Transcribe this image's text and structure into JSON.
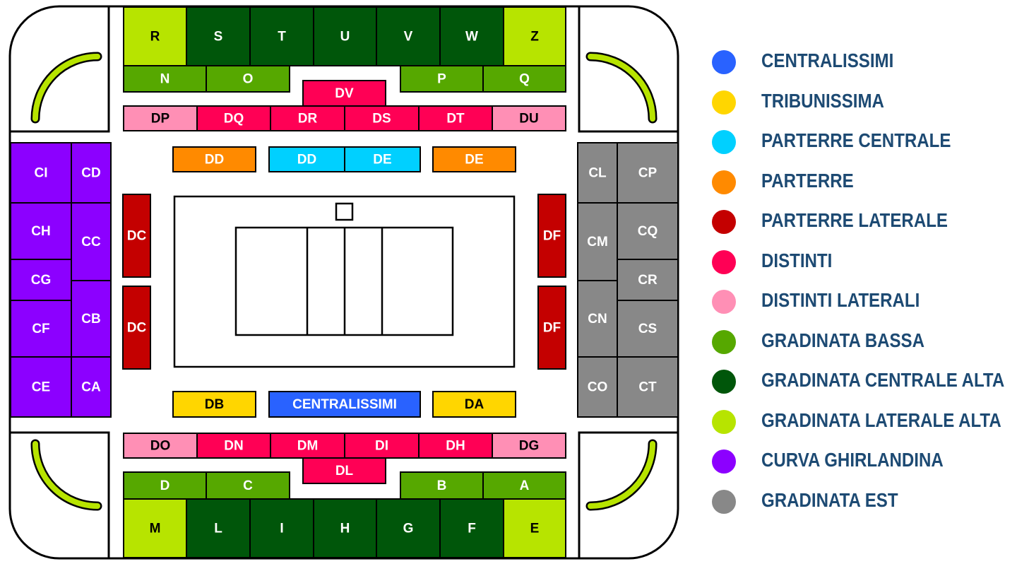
{
  "colors": {
    "centralissimi": "#2962ff",
    "tribunissima": "#ffd600",
    "parterre_centrale": "#00d0ff",
    "parterre": "#ff8a00",
    "parterre_laterale": "#c40000",
    "distinti": "#ff0055",
    "distinti_laterali": "#ff8fb5",
    "gradinata_bassa": "#56a800",
    "gradinata_centrale_alta": "#00560a",
    "gradinata_laterale_alta": "#b7e400",
    "curva_ghirlandina": "#8c00ff",
    "gradinata_est": "#888888",
    "outline": "#000000",
    "legend_text": "#1d4a73"
  },
  "legend": [
    {
      "key": "centralissimi",
      "label": "CENTRALISSIMI"
    },
    {
      "key": "tribunissima",
      "label": "TRIBUNISSIMA"
    },
    {
      "key": "parterre_centrale",
      "label": "PARTERRE CENTRALE"
    },
    {
      "key": "parterre",
      "label": "PARTERRE"
    },
    {
      "key": "parterre_laterale",
      "label": "PARTERRE LATERALE"
    },
    {
      "key": "distinti",
      "label": "DISTINTI"
    },
    {
      "key": "distinti_laterali",
      "label": "DISTINTI LATERALI"
    },
    {
      "key": "gradinata_bassa",
      "label": "GRADINATA BASSA"
    },
    {
      "key": "gradinata_centrale_alta",
      "label": "GRADINATA CENTRALE ALTA"
    },
    {
      "key": "gradinata_laterale_alta",
      "label": "GRADINATA LATERALE ALTA"
    },
    {
      "key": "curva_ghirlandina",
      "label": "CURVA GHIRLANDINA"
    },
    {
      "key": "gradinata_est",
      "label": "GRADINATA EST"
    }
  ],
  "sections": {
    "top_upper": [
      {
        "label": "R",
        "cat": "gradinata_laterale_alta"
      },
      {
        "label": "S",
        "cat": "gradinata_centrale_alta"
      },
      {
        "label": "T",
        "cat": "gradinata_centrale_alta"
      },
      {
        "label": "U",
        "cat": "gradinata_centrale_alta"
      },
      {
        "label": "V",
        "cat": "gradinata_centrale_alta"
      },
      {
        "label": "W",
        "cat": "gradinata_centrale_alta"
      },
      {
        "label": "Z",
        "cat": "gradinata_laterale_alta"
      }
    ],
    "top_lower_left": [
      {
        "label": "N",
        "cat": "gradinata_bassa"
      },
      {
        "label": "O",
        "cat": "gradinata_bassa"
      }
    ],
    "top_lower_right": [
      {
        "label": "P",
        "cat": "gradinata_bassa"
      },
      {
        "label": "Q",
        "cat": "gradinata_bassa"
      }
    ],
    "top_dv": {
      "label": "DV",
      "cat": "distinti"
    },
    "top_distinti": [
      {
        "label": "DP",
        "cat": "distinti_laterali"
      },
      {
        "label": "DQ",
        "cat": "distinti"
      },
      {
        "label": "DR",
        "cat": "distinti"
      },
      {
        "label": "DS",
        "cat": "distinti"
      },
      {
        "label": "DT",
        "cat": "distinti"
      },
      {
        "label": "DU",
        "cat": "distinti_laterali"
      }
    ],
    "parterre_top": [
      {
        "label": "DD",
        "cat": "parterre"
      },
      {
        "label": "DD",
        "cat": "parterre_centrale"
      },
      {
        "label": "DE",
        "cat": "parterre_centrale"
      },
      {
        "label": "DE",
        "cat": "parterre"
      }
    ],
    "parterre_left": [
      {
        "label": "DC",
        "cat": "parterre_laterale"
      },
      {
        "label": "DC",
        "cat": "parterre_laterale"
      }
    ],
    "parterre_right": [
      {
        "label": "DF",
        "cat": "parterre_laterale"
      },
      {
        "label": "DF",
        "cat": "parterre_laterale"
      }
    ],
    "parterre_bottom": [
      {
        "label": "DB",
        "cat": "tribunissima"
      },
      {
        "label": "CENTRALISSIMI",
        "cat": "centralissimi"
      },
      {
        "label": "DA",
        "cat": "tribunissima"
      }
    ],
    "bottom_distinti": [
      {
        "label": "DO",
        "cat": "distinti_laterali"
      },
      {
        "label": "DN",
        "cat": "distinti"
      },
      {
        "label": "DM",
        "cat": "distinti"
      },
      {
        "label": "DI",
        "cat": "distinti"
      },
      {
        "label": "DH",
        "cat": "distinti"
      },
      {
        "label": "DG",
        "cat": "distinti_laterali"
      }
    ],
    "bottom_dl": {
      "label": "DL",
      "cat": "distinti"
    },
    "bottom_lower_left": [
      {
        "label": "D",
        "cat": "gradinata_bassa"
      },
      {
        "label": "C",
        "cat": "gradinata_bassa"
      }
    ],
    "bottom_lower_right": [
      {
        "label": "B",
        "cat": "gradinata_bassa"
      },
      {
        "label": "A",
        "cat": "gradinata_bassa"
      }
    ],
    "bottom_upper": [
      {
        "label": "M",
        "cat": "gradinata_laterale_alta"
      },
      {
        "label": "L",
        "cat": "gradinata_centrale_alta"
      },
      {
        "label": "I",
        "cat": "gradinata_centrale_alta"
      },
      {
        "label": "H",
        "cat": "gradinata_centrale_alta"
      },
      {
        "label": "G",
        "cat": "gradinata_centrale_alta"
      },
      {
        "label": "F",
        "cat": "gradinata_centrale_alta"
      },
      {
        "label": "E",
        "cat": "gradinata_laterale_alta"
      }
    ],
    "curva_left_outer": [
      {
        "label": "CI",
        "cat": "curva_ghirlandina"
      },
      {
        "label": "CH",
        "cat": "curva_ghirlandina"
      },
      {
        "label": "CG",
        "cat": "curva_ghirlandina"
      },
      {
        "label": "CF",
        "cat": "curva_ghirlandina"
      },
      {
        "label": "CE",
        "cat": "curva_ghirlandina"
      }
    ],
    "curva_left_inner": [
      {
        "label": "CD",
        "cat": "curva_ghirlandina"
      },
      {
        "label": "CC",
        "cat": "curva_ghirlandina"
      },
      {
        "label": "CB",
        "cat": "curva_ghirlandina"
      },
      {
        "label": "CA",
        "cat": "curva_ghirlandina"
      }
    ],
    "est_inner": [
      {
        "label": "CL",
        "cat": "gradinata_est"
      },
      {
        "label": "CM",
        "cat": "gradinata_est"
      },
      {
        "label": "CN",
        "cat": "gradinata_est"
      },
      {
        "label": "CO",
        "cat": "gradinata_est"
      }
    ],
    "est_outer": [
      {
        "label": "CP",
        "cat": "gradinata_est"
      },
      {
        "label": "CQ",
        "cat": "gradinata_est"
      },
      {
        "label": "CR",
        "cat": "gradinata_est"
      },
      {
        "label": "CS",
        "cat": "gradinata_est"
      },
      {
        "label": "CT",
        "cat": "gradinata_est"
      }
    ]
  }
}
